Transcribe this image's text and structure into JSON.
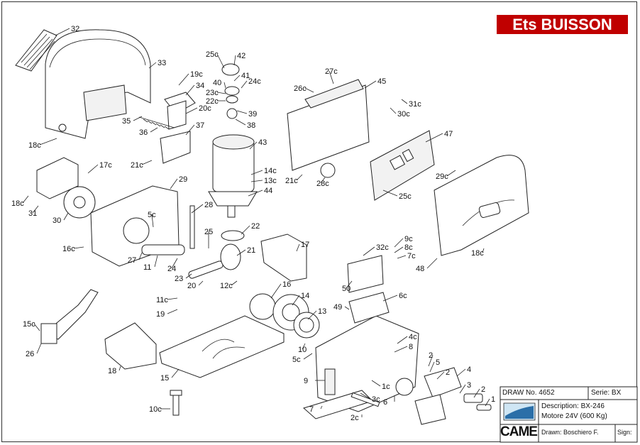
{
  "brand": {
    "label": "Ets BUISSON",
    "color": "#c00000"
  },
  "parts": [
    {
      "id": "p32",
      "label": "32"
    },
    {
      "id": "p33",
      "label": "33"
    },
    {
      "id": "p18c_a",
      "label": "18c"
    },
    {
      "id": "p35",
      "label": "35"
    },
    {
      "id": "p36",
      "label": "36"
    },
    {
      "id": "p19c",
      "label": "19c"
    },
    {
      "id": "p34",
      "label": "34"
    },
    {
      "id": "p20c",
      "label": "20c"
    },
    {
      "id": "p37",
      "label": "37"
    },
    {
      "id": "p21c_a",
      "label": "21c"
    },
    {
      "id": "p25c_a",
      "label": "25c"
    },
    {
      "id": "p42",
      "label": "42"
    },
    {
      "id": "p41",
      "label": "41"
    },
    {
      "id": "p40",
      "label": "40"
    },
    {
      "id": "p24c",
      "label": "24c"
    },
    {
      "id": "p23c",
      "label": "23c"
    },
    {
      "id": "p22c",
      "label": "22c"
    },
    {
      "id": "p39",
      "label": "39"
    },
    {
      "id": "p38",
      "label": "38"
    },
    {
      "id": "p43",
      "label": "43"
    },
    {
      "id": "p14c",
      "label": "14c"
    },
    {
      "id": "p13c",
      "label": "13c"
    },
    {
      "id": "p44",
      "label": "44"
    },
    {
      "id": "p27c",
      "label": "27c"
    },
    {
      "id": "p26c",
      "label": "26c"
    },
    {
      "id": "p45",
      "label": "45"
    },
    {
      "id": "p31c",
      "label": "31c"
    },
    {
      "id": "p30c",
      "label": "30c"
    },
    {
      "id": "p47",
      "label": "47"
    },
    {
      "id": "p21c_b",
      "label": "21c"
    },
    {
      "id": "p28c",
      "label": "28c"
    },
    {
      "id": "p25c_b",
      "label": "25c"
    },
    {
      "id": "p29c",
      "label": "29c"
    },
    {
      "id": "p17c",
      "label": "17c"
    },
    {
      "id": "p18c_b",
      "label": "18c"
    },
    {
      "id": "p31",
      "label": "31"
    },
    {
      "id": "p30",
      "label": "30"
    },
    {
      "id": "p29",
      "label": "29"
    },
    {
      "id": "p5c_a",
      "label": "5c"
    },
    {
      "id": "p28",
      "label": "28"
    },
    {
      "id": "p16c",
      "label": "16c"
    },
    {
      "id": "p27",
      "label": "27"
    },
    {
      "id": "p25",
      "label": "25"
    },
    {
      "id": "p11",
      "label": "11"
    },
    {
      "id": "p24",
      "label": "24"
    },
    {
      "id": "p23",
      "label": "23"
    },
    {
      "id": "p22",
      "label": "22"
    },
    {
      "id": "p21",
      "label": "21"
    },
    {
      "id": "p17",
      "label": "17"
    },
    {
      "id": "p12c",
      "label": "12c"
    },
    {
      "id": "p20",
      "label": "20"
    },
    {
      "id": "p16",
      "label": "16"
    },
    {
      "id": "p11c",
      "label": "11c"
    },
    {
      "id": "p19",
      "label": "19"
    },
    {
      "id": "p14",
      "label": "14"
    },
    {
      "id": "p13",
      "label": "13"
    },
    {
      "id": "p15c",
      "label": "15c"
    },
    {
      "id": "p26",
      "label": "26"
    },
    {
      "id": "p18",
      "label": "18"
    },
    {
      "id": "p15",
      "label": "15"
    },
    {
      "id": "p10",
      "label": "10"
    },
    {
      "id": "p5c_b",
      "label": "5c"
    },
    {
      "id": "p10c",
      "label": "10c"
    },
    {
      "id": "p32c",
      "label": "32c"
    },
    {
      "id": "p9c",
      "label": "9c"
    },
    {
      "id": "p8c",
      "label": "8c"
    },
    {
      "id": "p7c",
      "label": "7c"
    },
    {
      "id": "p50",
      "label": "50"
    },
    {
      "id": "p6c",
      "label": "6c"
    },
    {
      "id": "p49",
      "label": "49"
    },
    {
      "id": "p48",
      "label": "48"
    },
    {
      "id": "p18c_c",
      "label": "18c"
    },
    {
      "id": "p4c",
      "label": "4c"
    },
    {
      "id": "p8",
      "label": "8"
    },
    {
      "id": "p9",
      "label": "9"
    },
    {
      "id": "p1c",
      "label": "1c"
    },
    {
      "id": "p3c",
      "label": "3c"
    },
    {
      "id": "p6",
      "label": "6"
    },
    {
      "id": "p7",
      "label": "7"
    },
    {
      "id": "p2c",
      "label": "2c"
    },
    {
      "id": "p2a",
      "label": "2"
    },
    {
      "id": "p5",
      "label": "5"
    },
    {
      "id": "p2b",
      "label": "2"
    },
    {
      "id": "p4",
      "label": "4"
    },
    {
      "id": "p3",
      "label": "3"
    },
    {
      "id": "p2c2",
      "label": "2"
    },
    {
      "id": "p1",
      "label": "1"
    }
  ],
  "title_block": {
    "draw_no": "DRAW No. 4652",
    "serie": "Serie: BX",
    "description": "Description: BX-246",
    "motor": "Motore 24V (600 Kg)",
    "logo": "CAME",
    "drawn": "Drawn: Boschiero F.",
    "sign": "Sign:"
  }
}
